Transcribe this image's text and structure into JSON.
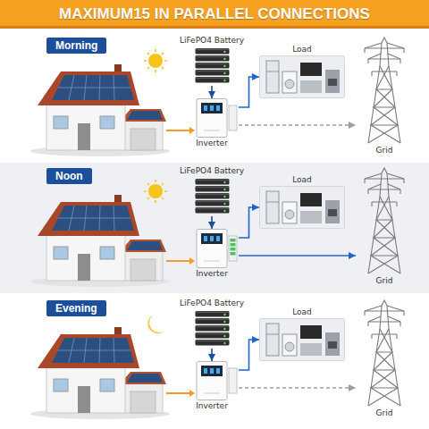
{
  "diagram": {
    "title": "MAXIMUM15 IN PARALLEL CONNECTIONS",
    "nodes": [
      {
        "text": [
          "Morning"
        ]
      },
      {
        "text": [
          "LiFePO4 Battery"
        ],
        "in": 0
      },
      {
        "text": [
          "Load"
        ],
        "in": 0
      },
      {
        "text": [
          "Inverter"
        ],
        "in": 0
      },
      {
        "text": [
          "Grid"
        ],
        "in": 0
      },
      {
        "text": [
          "Noon"
        ]
      },
      {
        "text": [
          "LiFePO4 Battery"
        ],
        "in": 5
      },
      {
        "text": [
          "Load"
        ],
        "in": 5
      },
      {
        "text": [
          "Inverter"
        ],
        "in": 5
      },
      {
        "text": [
          "Grid"
        ],
        "in": 5
      },
      {
        "text": [
          "Evening"
        ]
      },
      {
        "text": [
          "LiFePO4 Battery"
        ],
        "in": 10
      },
      {
        "text": [
          "Load"
        ],
        "in": 10
      },
      {
        "text": [
          "Inverter"
        ],
        "in": 10
      },
      {
        "text": [
          "Grid"
        ],
        "in": 10
      }
    ],
    "edges": [
      {
        "from": 1,
        "to": 3,
        "arrow": "to"
      },
      {
        "from": 3,
        "to": 2,
        "arrow": "to"
      },
      {
        "from": 3,
        "to": 4,
        "arrow": "to"
      },
      {
        "from": 6,
        "to": 8,
        "arrow": "to"
      },
      {
        "from": 8,
        "to": 7,
        "arrow": "to"
      },
      {
        "from": 8,
        "to": 9,
        "arrow": "to"
      },
      {
        "from": 11,
        "to": 13,
        "arrow": "to"
      },
      {
        "from": 13,
        "to": 12,
        "arrow": "to"
      },
      {
        "from": 13,
        "to": 14,
        "arrow": "to"
      }
    ]
  }
}
